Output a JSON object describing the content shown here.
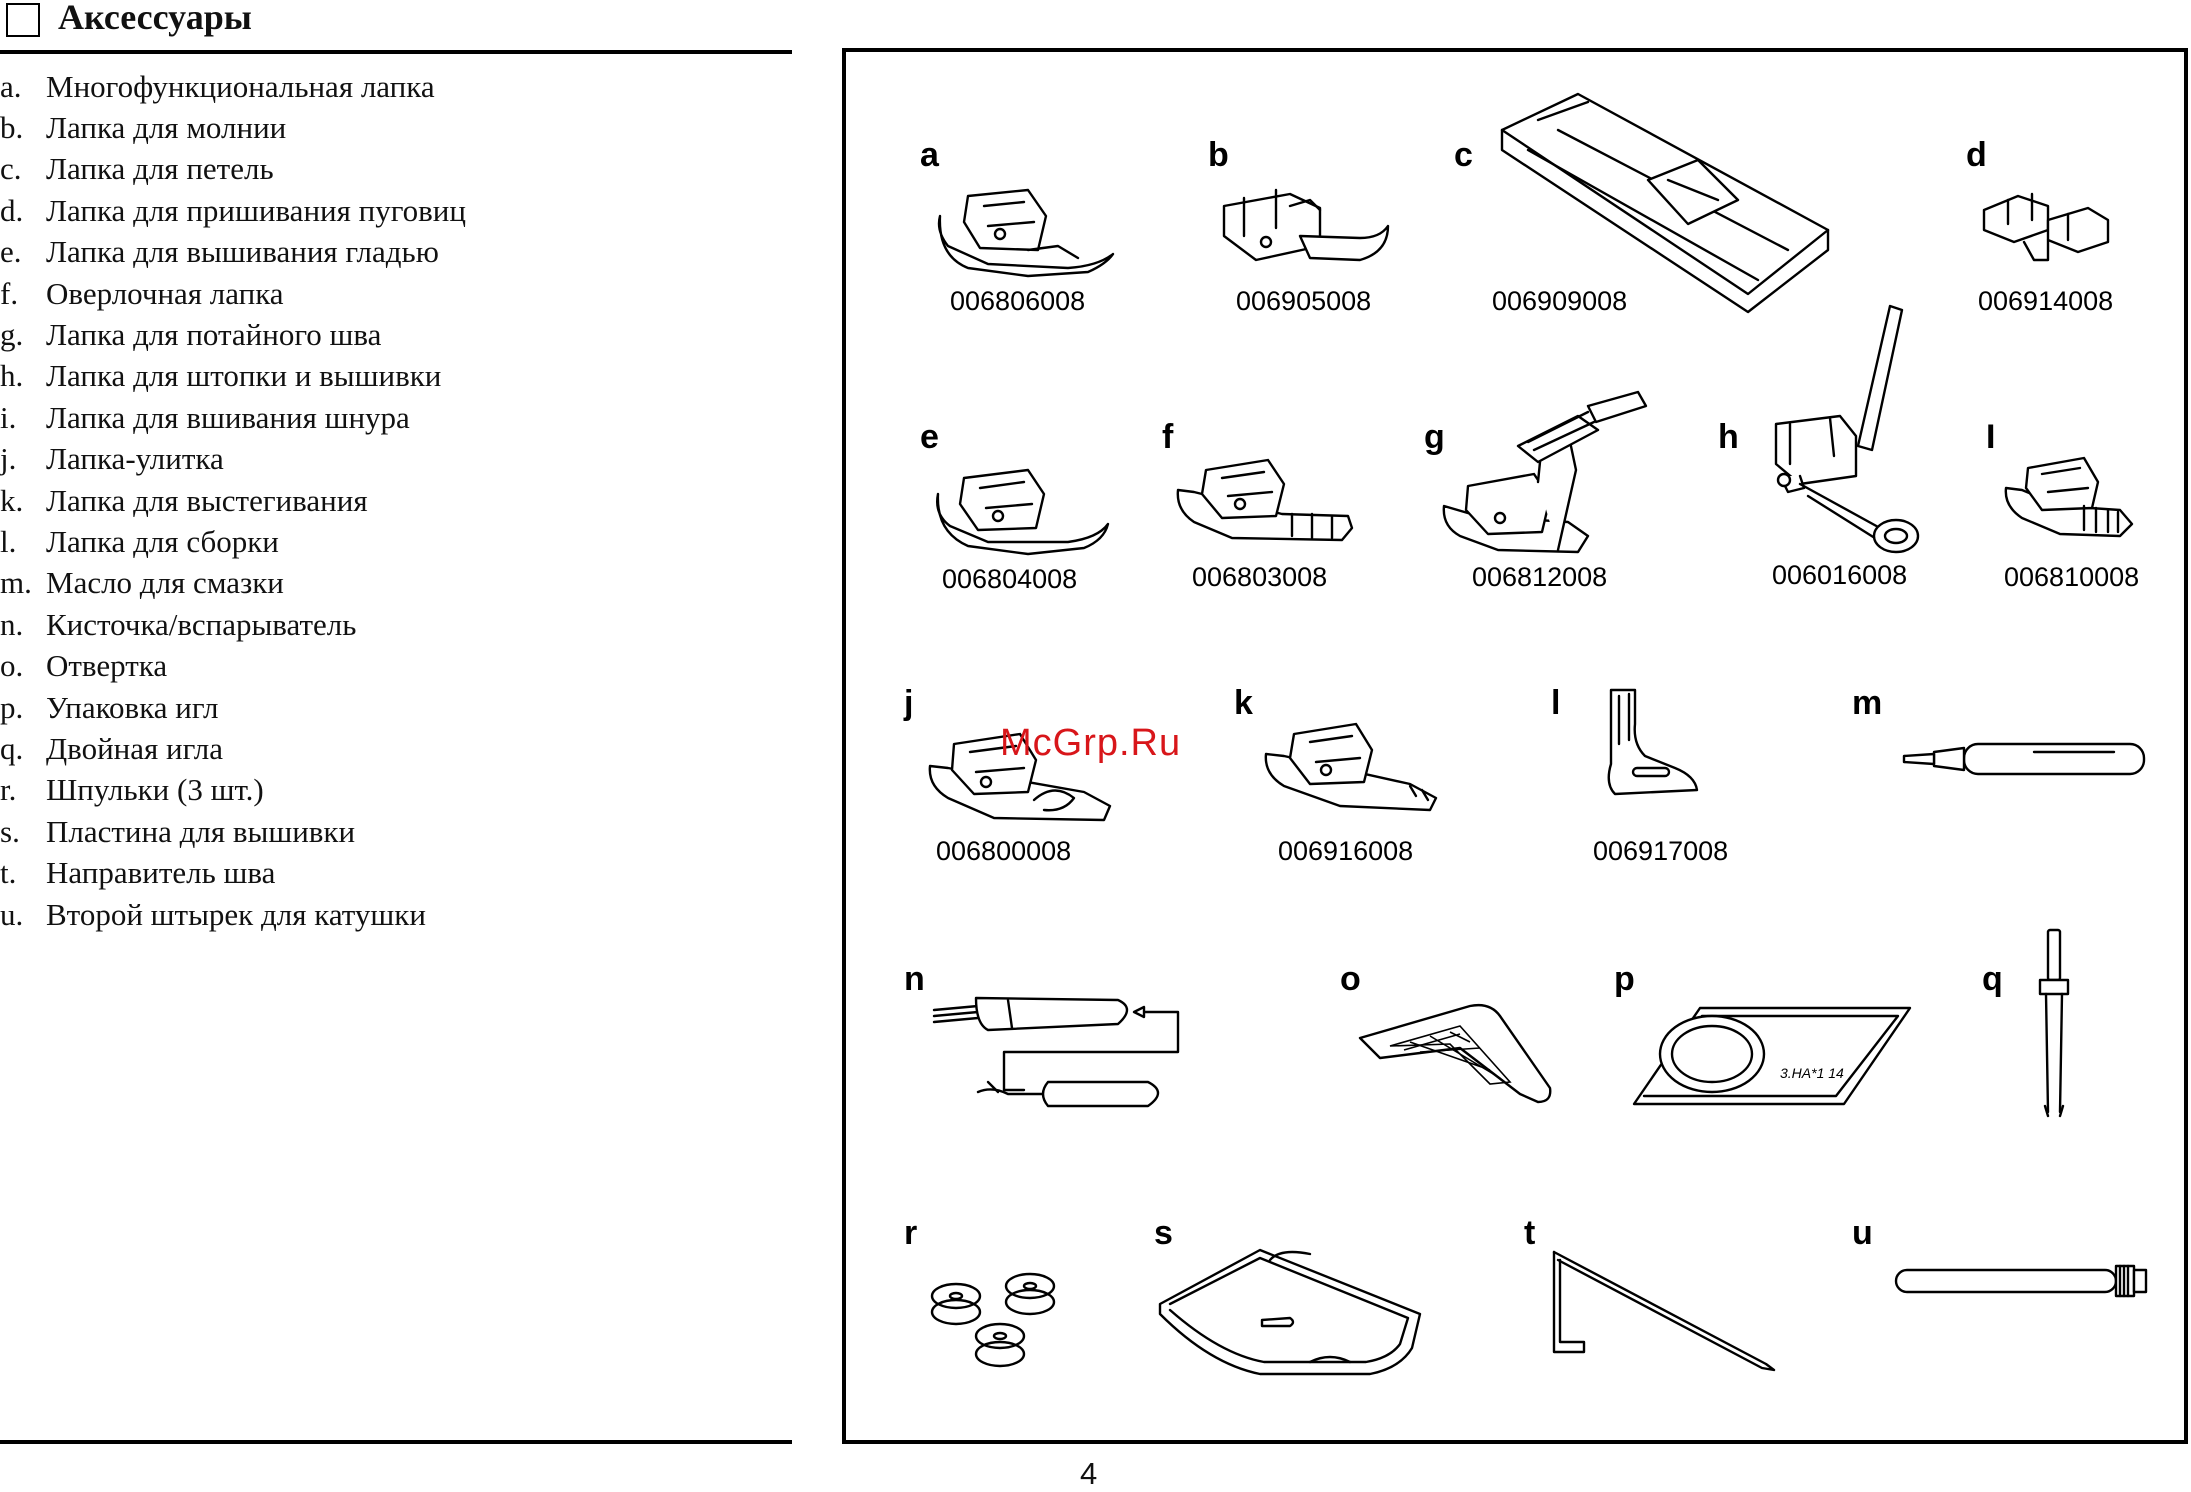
{
  "section": {
    "title": "Аксессуары"
  },
  "accessories": [
    {
      "letter": "a.",
      "name": "Многофункциональная лапка"
    },
    {
      "letter": "b.",
      "name": "Лапка для молнии"
    },
    {
      "letter": "c.",
      "name": "Лапка для петель"
    },
    {
      "letter": "d.",
      "name": "Лапка для пришивания пуговиц"
    },
    {
      "letter": "e.",
      "name": "Лапка для вышивания гладью"
    },
    {
      "letter": "f.",
      "name": "Оверлочная лапка"
    },
    {
      "letter": "g.",
      "name": "Лапка для потайного шва"
    },
    {
      "letter": "h.",
      "name": "Лапка для штопки и вышивки"
    },
    {
      "letter": "i.",
      "name": "Лапка для вшивания шнура"
    },
    {
      "letter": "j.",
      "name": "Лапка-улитка"
    },
    {
      "letter": "k.",
      "name": "Лапка для выстегивания"
    },
    {
      "letter": "l.",
      "name": "Лапка для сборки"
    },
    {
      "letter": "m.",
      "name": "Масло для смазки"
    },
    {
      "letter": "n.",
      "name": "Кисточка/вспарыватель"
    },
    {
      "letter": "o.",
      "name": "Отвертка"
    },
    {
      "letter": "p.",
      "name": "Упаковка игл"
    },
    {
      "letter": "q.",
      "name": "Двойная игла"
    },
    {
      "letter": "r.",
      "name": "Шпульки (3 шт.)"
    },
    {
      "letter": "s.",
      "name": "Пластина для вышивки"
    },
    {
      "letter": "t.",
      "name": "Направитель шва"
    },
    {
      "letter": "u.",
      "name": "Второй штырек для катушки"
    }
  ],
  "figure": {
    "items": [
      {
        "letter": "a",
        "code": "006806008",
        "icon": "presser-foot-icon"
      },
      {
        "letter": "b",
        "code": "006905008",
        "icon": "zipper-foot-icon"
      },
      {
        "letter": "c",
        "code": "006909008",
        "icon": "buttonhole-foot-icon"
      },
      {
        "letter": "d",
        "code": "006914008",
        "icon": "button-sewing-foot-icon"
      },
      {
        "letter": "e",
        "code": "006804008",
        "icon": "satin-stitch-foot-icon"
      },
      {
        "letter": "f",
        "code": "006803008",
        "icon": "overcast-foot-icon"
      },
      {
        "letter": "g",
        "code": "006812008",
        "icon": "blind-hem-foot-icon"
      },
      {
        "letter": "h",
        "code": "006016008",
        "icon": "darning-foot-icon"
      },
      {
        "letter": "I",
        "code": "006810008",
        "icon": "cording-foot-icon"
      },
      {
        "letter": "j",
        "code": "006800008",
        "icon": "hemmer-foot-icon"
      },
      {
        "letter": "k",
        "code": "006916008",
        "icon": "quilting-foot-icon"
      },
      {
        "letter": "l",
        "code": "006917008",
        "icon": "gathering-foot-icon"
      },
      {
        "letter": "m",
        "code": "",
        "icon": "oil-bottle-icon"
      },
      {
        "letter": "n",
        "code": "",
        "icon": "brush-seam-ripper-icon"
      },
      {
        "letter": "o",
        "code": "",
        "icon": "screwdriver-icon"
      },
      {
        "letter": "p",
        "code": "",
        "icon": "needle-pack-icon"
      },
      {
        "letter": "q",
        "code": "",
        "icon": "twin-needle-icon"
      },
      {
        "letter": "r",
        "code": "",
        "icon": "bobbins-icon"
      },
      {
        "letter": "s",
        "code": "",
        "icon": "embroidery-plate-icon"
      },
      {
        "letter": "t",
        "code": "",
        "icon": "seam-guide-icon"
      },
      {
        "letter": "u",
        "code": "",
        "icon": "spool-pin-icon"
      }
    ],
    "needle_pack_label": "3.HA*1 14"
  },
  "watermark": "McGrp.Ru",
  "page_number": "4"
}
